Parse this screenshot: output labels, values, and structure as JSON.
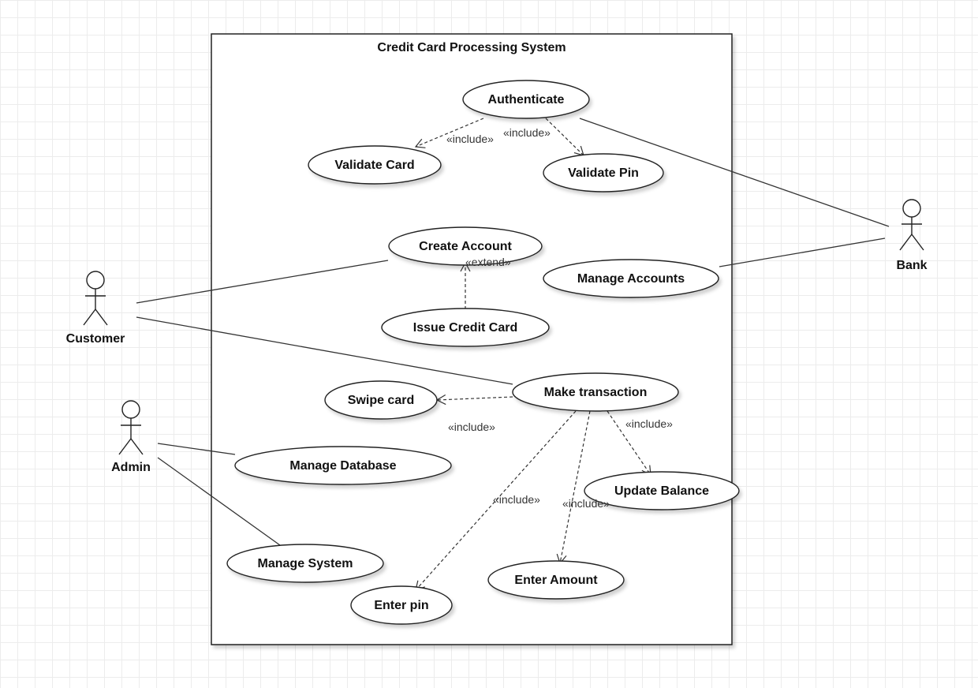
{
  "system": {
    "title": "Credit Card Processing System"
  },
  "actors": {
    "customer": "Customer",
    "admin": "Admin",
    "bank": "Bank"
  },
  "use_cases": {
    "authenticate": "Authenticate",
    "validate_card": "Validate Card",
    "validate_pin": "Validate Pin",
    "create_account": "Create Account",
    "manage_accounts": "Manage Accounts",
    "issue_credit_card": "Issue Credit Card",
    "make_transaction": "Make transaction",
    "swipe_card": "Swipe card",
    "manage_database": "Manage Database",
    "update_balance": "Update Balance",
    "manage_system": "Manage System",
    "enter_amount": "Enter Amount",
    "enter_pin": "Enter pin"
  },
  "relations": {
    "include": "«include»",
    "extend": "«extend»"
  }
}
